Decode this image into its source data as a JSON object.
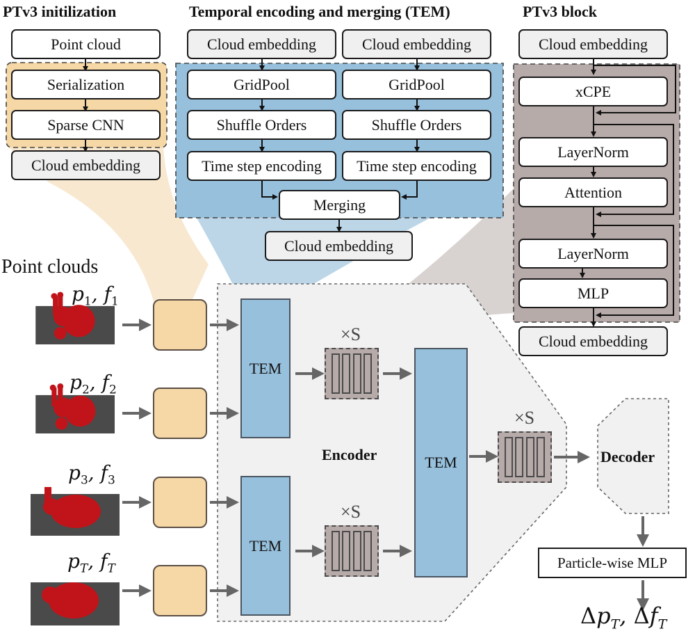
{
  "titles": {
    "init": "PTv3 initilization",
    "tem": "Temporal encoding and merging (TEM)",
    "block": "PTv3 block"
  },
  "init_panel": {
    "point_cloud": "Point cloud",
    "serialization": "Serialization",
    "sparse_cnn": "Sparse CNN",
    "output": "Cloud embedding"
  },
  "tem_panel": {
    "inputs": [
      "Cloud embedding",
      "Cloud embedding"
    ],
    "gridpool": [
      "GridPool",
      "GridPool"
    ],
    "shuffle": [
      "Shuffle Orders",
      "Shuffle Orders"
    ],
    "timestep": [
      "Time step encoding",
      "Time step encoding"
    ],
    "merging": "Merging",
    "output": "Cloud embedding"
  },
  "block_panel": {
    "input": "Cloud embedding",
    "xcpe": "xCPE",
    "layernorm1": "LayerNorm",
    "attention": "Attention",
    "layernorm2": "LayerNorm",
    "mlp": "MLP",
    "output": "Cloud embedding"
  },
  "pipeline": {
    "point_clouds_label": "Point clouds",
    "frames": [
      {
        "p": "p",
        "f": "f",
        "sub": "1"
      },
      {
        "p": "p",
        "f": "f",
        "sub": "2"
      },
      {
        "p": "p",
        "f": "f",
        "sub": "3"
      },
      {
        "p": "p",
        "f": "f",
        "sub": "T"
      }
    ],
    "tem_label": "TEM",
    "repeat_label": "×S",
    "encoder_label": "Encoder",
    "decoder_label": "Decoder",
    "particle_mlp": "Particle-wise MLP",
    "output_label": "Δp_T, Δf_T",
    "output_delta": "Δ",
    "output_p": "p",
    "output_f": "f",
    "output_sub": "T"
  },
  "colors": {
    "init_fill": "#f5d8a6",
    "tem_fill": "#97c0dc",
    "block_fill": "#b7abaa",
    "encoder_fill": "#f1f1f1",
    "point_red": "#c0141a",
    "ground_gray": "#4a4a4a"
  }
}
